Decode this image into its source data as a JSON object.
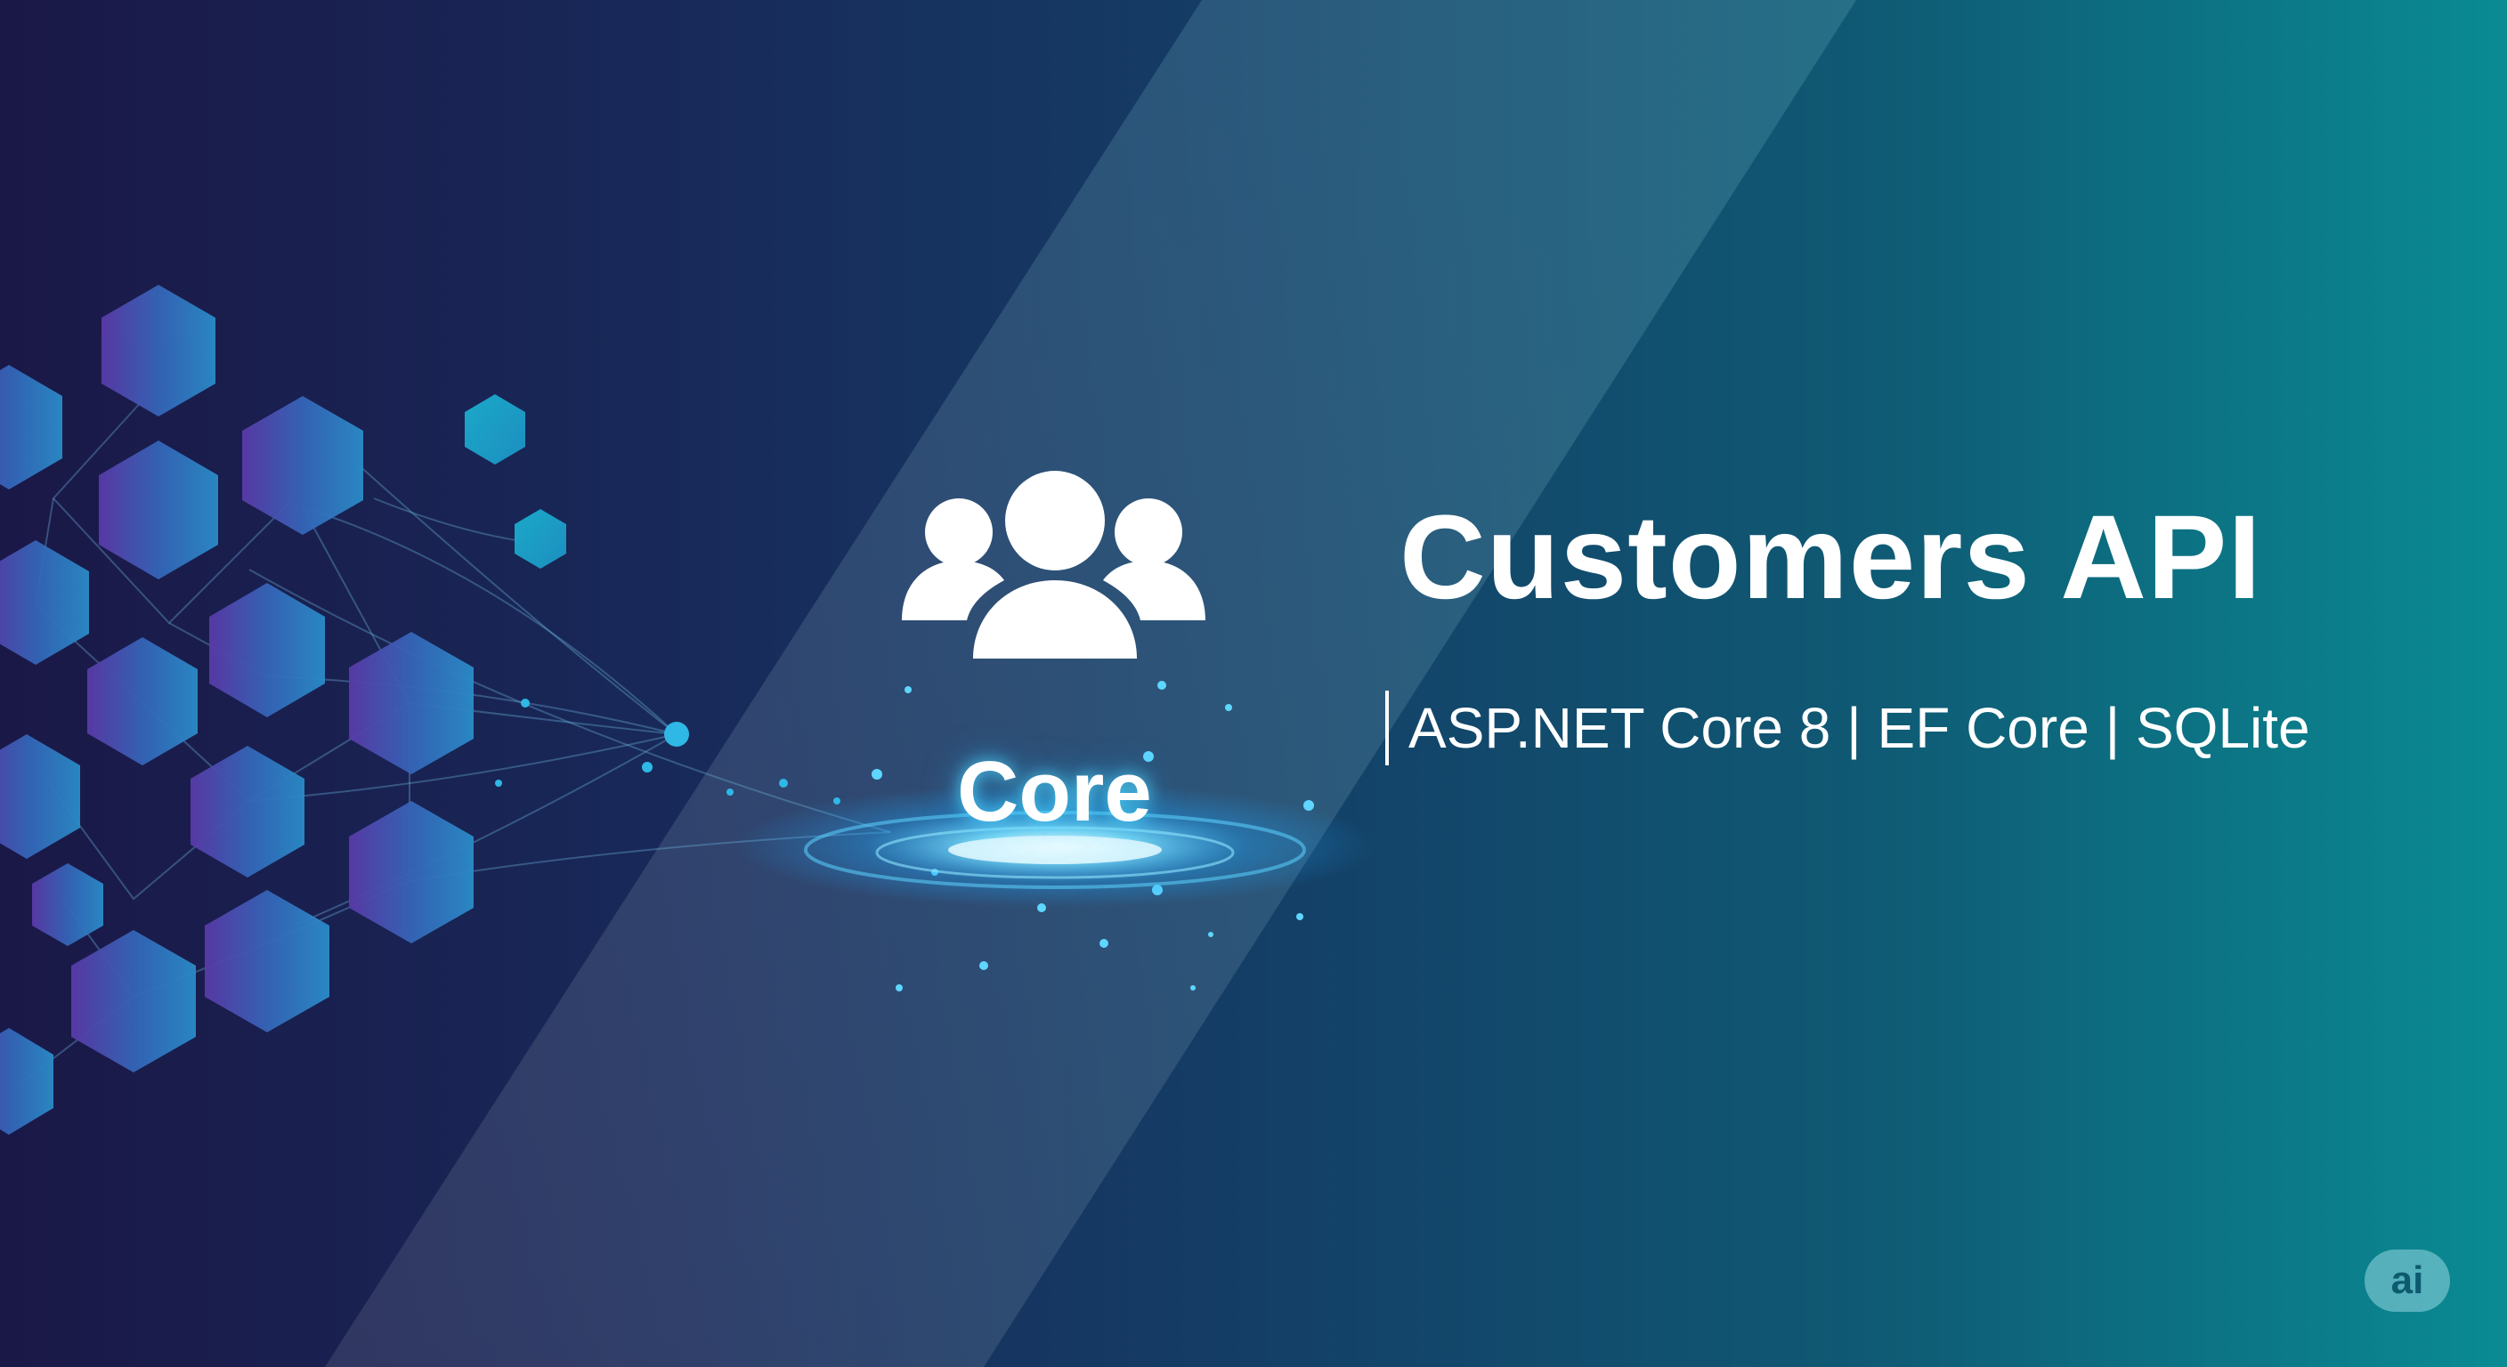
{
  "banner": {
    "title": "Customers API",
    "subtitle": "ASP.NET Core 8 | EF Core | SQLite",
    "core_label": "Core",
    "badge": "ai"
  },
  "icons": {
    "hero": "customers-group-icon",
    "badge": "ai-logo-icon",
    "decoration": "hexagon-network-icon"
  },
  "colors": {
    "background_left": "#1a1847",
    "background_right": "#0a8b93",
    "hexagon_blue": "#2f7fc4",
    "hexagon_purple": "#5a3aa8",
    "glow": "#40c8ff",
    "text": "#ffffff"
  }
}
